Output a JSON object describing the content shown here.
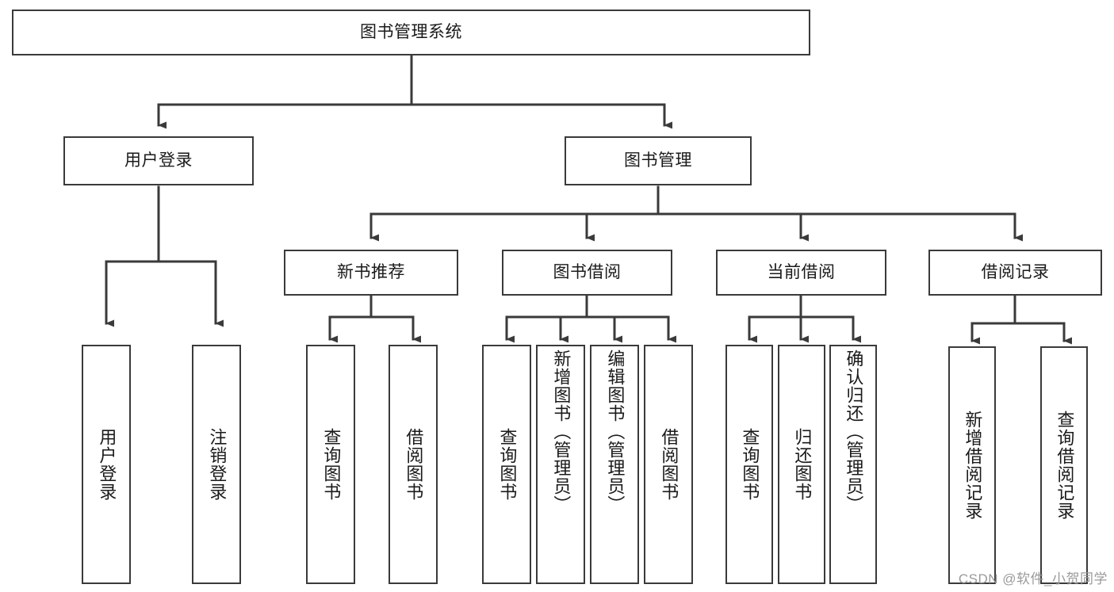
{
  "diagram": {
    "title": "图书管理系统",
    "type": "tree-hierarchy",
    "root": {
      "label": "图书管理系统"
    },
    "level2": [
      {
        "label": "用户登录"
      },
      {
        "label": "图书管理"
      }
    ],
    "level3": [
      {
        "label": "新书推荐"
      },
      {
        "label": "图书借阅"
      },
      {
        "label": "当前借阅"
      },
      {
        "label": "借阅记录"
      }
    ],
    "leaves": {
      "user_login": [
        {
          "label": "用户登录"
        },
        {
          "label": "注销登录"
        }
      ],
      "new_book_recommend": [
        {
          "label": "查询图书"
        },
        {
          "label": "借阅图书"
        }
      ],
      "book_borrow": [
        {
          "label": "查询图书"
        },
        {
          "label": "新增图书（管理员）"
        },
        {
          "label": "编辑图书（管理员）"
        },
        {
          "label": "借阅图书"
        }
      ],
      "current_borrow": [
        {
          "label": "查询图书"
        },
        {
          "label": "归还图书"
        },
        {
          "label": "确认归还（管理员）"
        }
      ],
      "borrow_record": [
        {
          "label": "新增借阅记录"
        },
        {
          "label": "查询借阅记录"
        }
      ]
    }
  },
  "watermark": {
    "text": "CSDN @软件_小贺同学"
  },
  "colors": {
    "stroke": "#3a3a3a",
    "fill": "#ffffff",
    "text": "#1a1a1a",
    "watermark": "#9a9a9a"
  }
}
